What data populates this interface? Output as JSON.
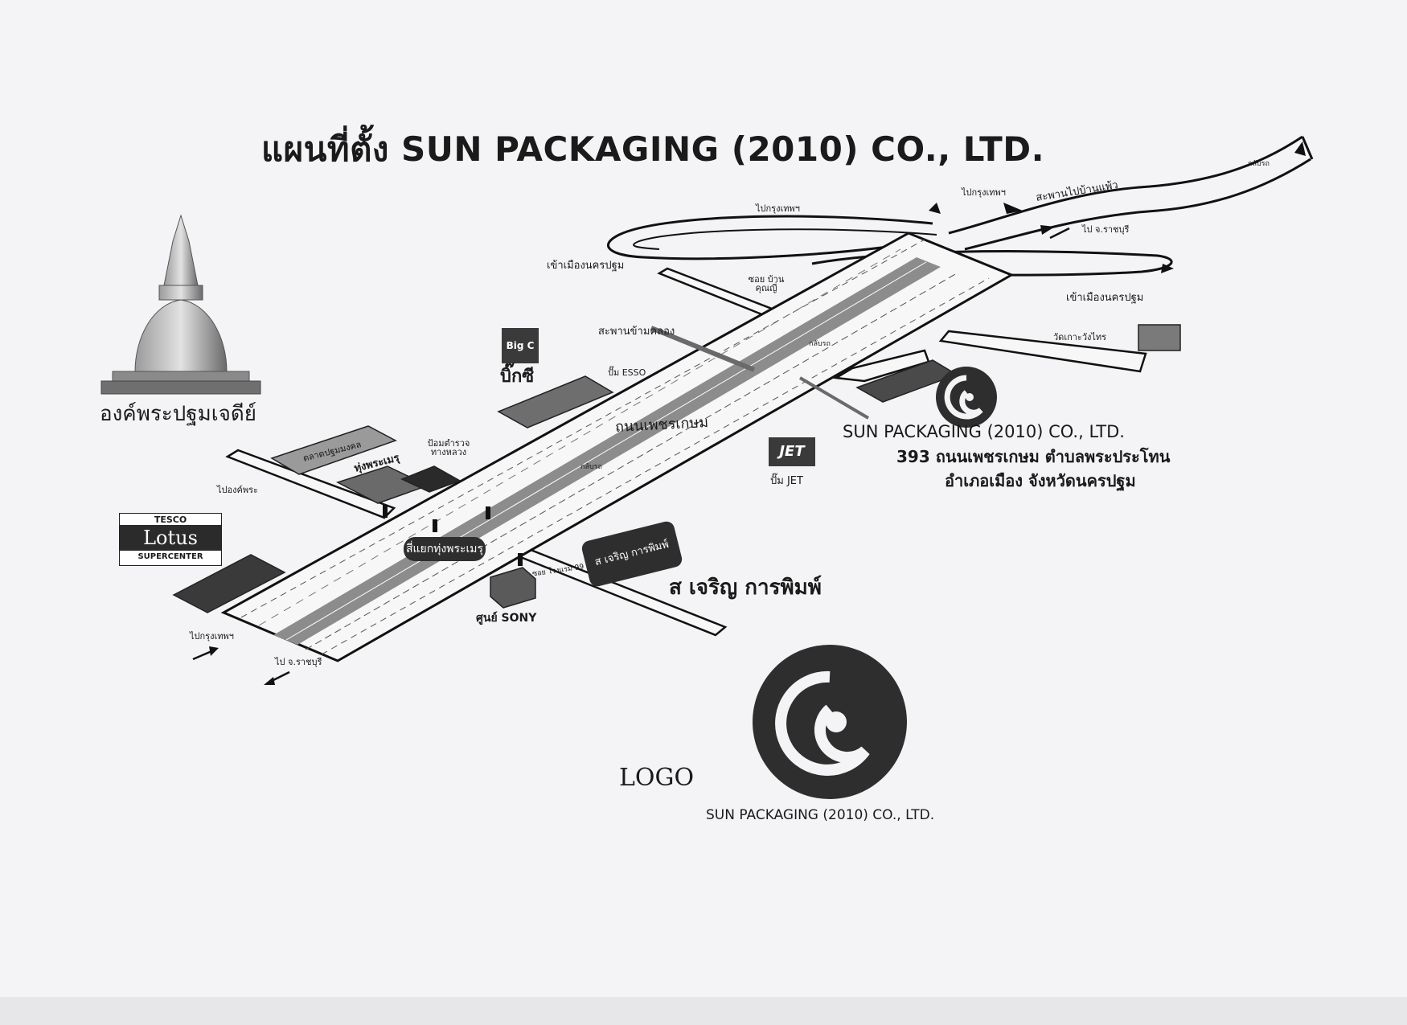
{
  "title": "แผนที่ตั้ง SUN PACKAGING (2010) CO., LTD.",
  "pagoda_label": "องค์พระปฐมเจดีย์",
  "road_labels": {
    "to_bangkok_top": "ไปกรุงเทพฯ",
    "to_bangkok_right": "ไปกรุงเทพฯ",
    "bridge_ban_phaeo": "สะพานไปบ้านแพ้ว",
    "u_turn_top": "กลับรถ",
    "to_ratchaburi_right": "ไป จ.ราชบุรี",
    "enter_city_left": "เข้าเมืองนครปฐม",
    "enter_city_right": "เข้าเมืองนครปฐม",
    "soi_ban_khunyai": "ซอย บ้านคุณญี่",
    "bridge_over_canal": "สะพานข้ามคลอง",
    "wat": "วัดเกาะวังไทร",
    "esso": "ปั๊ม ESSO",
    "main_road": "ถนนเพชรเกษม",
    "u_turn_mid": "กลับรถ",
    "u_turn_lower": "กลับรถ",
    "market": "ตลาดปฐมมงคล",
    "police": "ป้อมตำรวจ ทางหลวง",
    "to_ongphra": "ไปองค์พระ",
    "thung_phra_men": "ทุ่งพระเมรุ",
    "jet_station": "ปั๊ม JET",
    "intersection": "สี่แยกทุ่งพระเมรุ",
    "soi_rongnam": "ซอย โรงแรม 99",
    "sony": "ศูนย์ SONY",
    "to_bangkok_bottom": "ไปกรุงเทพฯ",
    "to_ratchaburi_bottom": "ไป จ.ราชบุรี"
  },
  "landmarks": {
    "lotus_tesco": "TESCO",
    "lotus_name": "Lotus",
    "lotus_super": "SUPERCENTER",
    "bigc_logo": "Big C",
    "bigc_thai": "บิ๊กซี",
    "jet_logo": "JET"
  },
  "printer_badge": "ส เจริญ การพิมพ์",
  "printer_name": "ส เจริญ การพิมพ์",
  "company": {
    "name": "SUN PACKAGING (2010) CO., LTD.",
    "address_line1": "393 ถนนเพชรเกษม ตำบลพระประโทน",
    "address_line2": "อำเภอเมือง จังหวัดนครปฐม"
  },
  "logo": {
    "word": "LOGO",
    "company": "SUN PACKAGING (2010) CO., LTD."
  },
  "icons": [
    "pagoda-icon",
    "swirl-logo-icon",
    "arrow-icon",
    "traffic-light-icon"
  ],
  "colors": {
    "paper": "#f4f4f6",
    "ink": "#1a1a1a",
    "road_fill": "#f7f7f7",
    "median": "#8c8c8c",
    "dark_block": "#3a3a3a"
  }
}
